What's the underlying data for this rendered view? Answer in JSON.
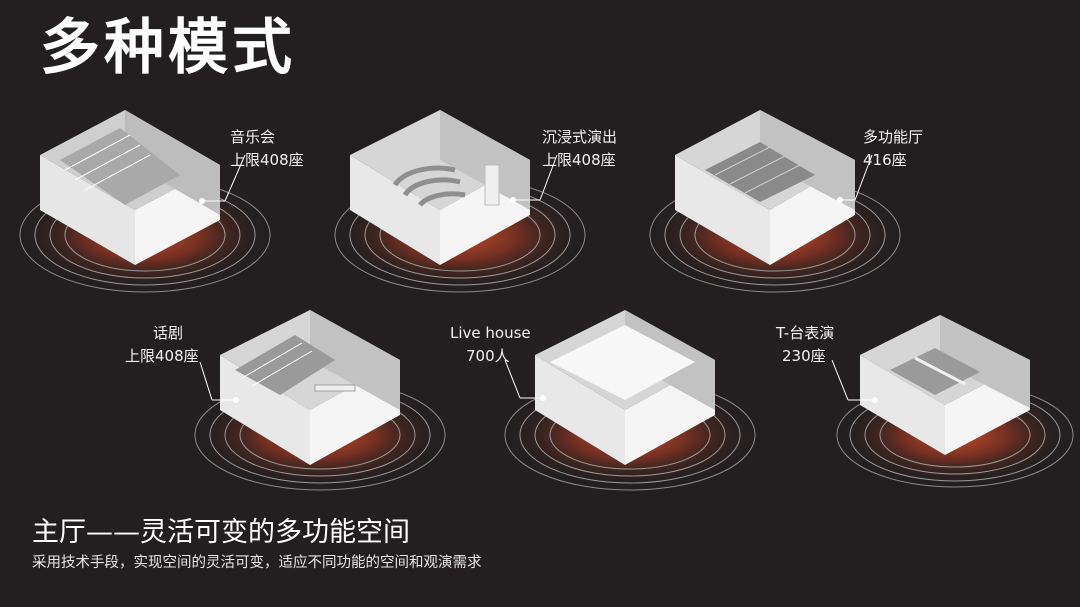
{
  "title": "多种模式",
  "subtitle": "主厅——灵活可变的多功能空间",
  "description": "采用技术手段，实现空间的灵活可变，适应不同功能的空间和观演需求",
  "colors": {
    "background": "#231f20",
    "glow": "#c0472a",
    "ring": "#9a9a9a",
    "room_light": "#f4f4f4",
    "room_mid": "#d9d9d9",
    "room_dark": "#bdbdbd"
  },
  "modes": [
    {
      "name": "音乐会",
      "capacity": "上限408座"
    },
    {
      "name": "沉浸式演出",
      "capacity": "上限408座"
    },
    {
      "name": "多功能厅",
      "capacity": "416座"
    },
    {
      "name": "话剧",
      "capacity": "上限408座"
    },
    {
      "name": "Live house",
      "capacity": "700人"
    },
    {
      "name": "T-台表演",
      "capacity": "230座"
    }
  ]
}
